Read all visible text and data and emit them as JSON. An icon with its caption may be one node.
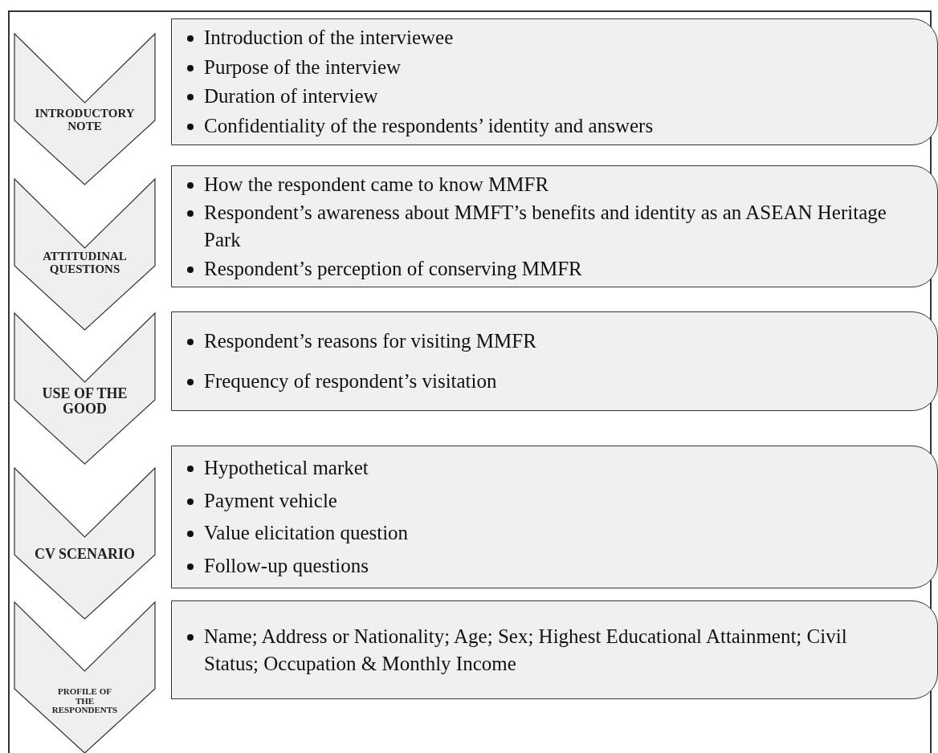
{
  "diagram": {
    "nodes": [
      {
        "text": [
          "INTRODUCTORY NOTE"
        ]
      },
      {
        "text": [
          "Introduction of the interviewee",
          "Purpose of the interview",
          "Duration of interview",
          "Confidentiality of the respondents’ identity and answers"
        ]
      },
      {
        "text": [
          "ATTITUDINAL QUESTIONS"
        ]
      },
      {
        "text": [
          "How the respondent came to know MMFR",
          "Respondent’s awareness about MMFT’s benefits and identity as an ASEAN Heritage Park",
          "Respondent’s perception of conserving MMFR"
        ]
      },
      {
        "text": [
          "USE OF THE GOOD"
        ]
      },
      {
        "text": [
          "Respondent’s reasons for visiting MMFR",
          "Frequency of respondent’s visitation"
        ]
      },
      {
        "text": [
          "CV SCENARIO"
        ]
      },
      {
        "text": [
          "Hypothetical market",
          "Payment vehicle",
          "Value elicitation question",
          "Follow-up questions"
        ]
      },
      {
        "text": [
          "PROFILE OF THE RESPONDENTS"
        ]
      },
      {
        "text": [
          "Name; Address or Nationality; Age; Sex; Highest Educational Attainment; Civil Status; Occupation & Monthly Income"
        ]
      }
    ]
  }
}
